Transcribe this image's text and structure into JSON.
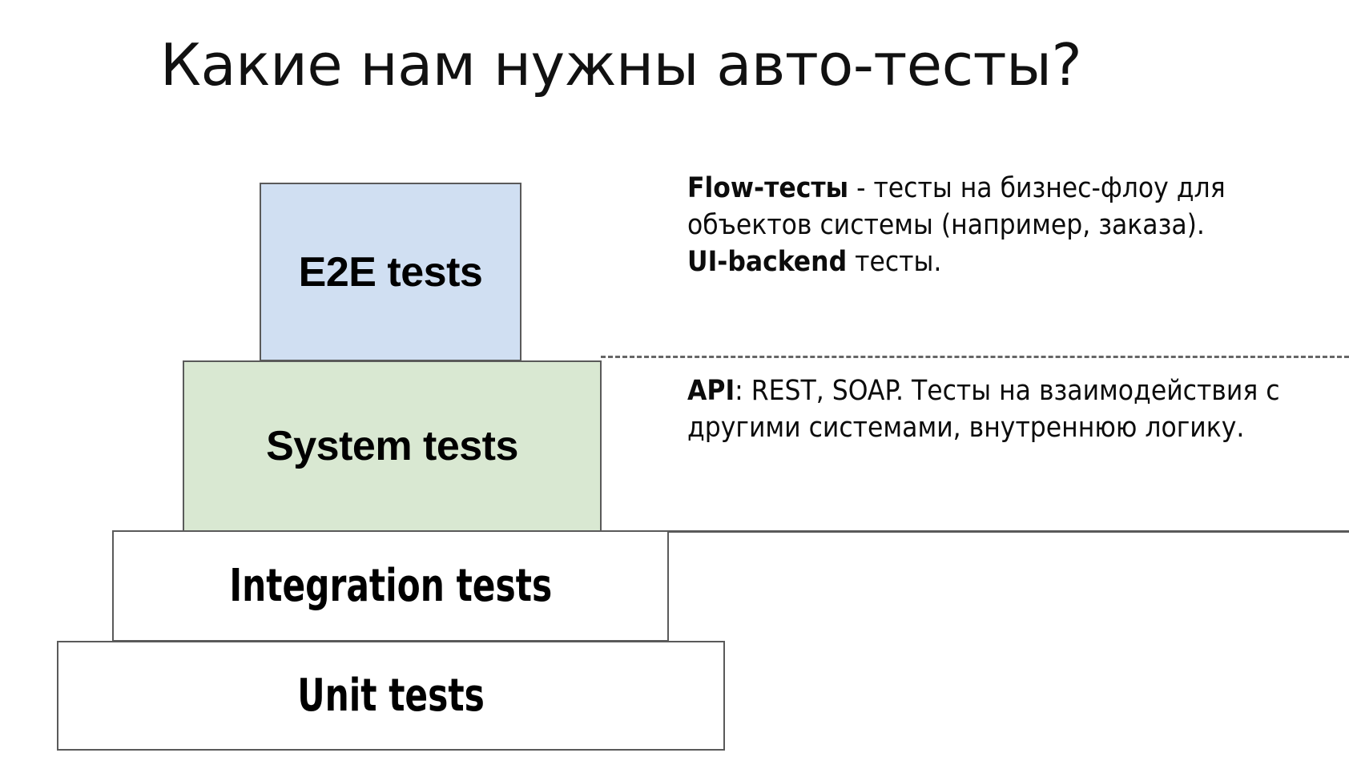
{
  "slide": {
    "title": "Какие нам нужны авто-тесты?",
    "background": "#ffffff"
  },
  "pyramid": {
    "type": "test-automation-pyramid",
    "layers": [
      {
        "id": "e2e",
        "label": "E2E tests",
        "fill": "#d0dff2",
        "border": "#5a5a5a",
        "level": 4,
        "width_rank": "narrowest"
      },
      {
        "id": "system",
        "label": "System tests",
        "fill": "#d9e8d2",
        "border": "#5a5a5a",
        "level": 3,
        "width_rank": "narrow"
      },
      {
        "id": "integration",
        "label": "Integration tests",
        "fill": "#ffffff",
        "border": "#5a5a5a",
        "level": 2,
        "width_rank": "wide"
      },
      {
        "id": "unit",
        "label": "Unit tests",
        "fill": "#ffffff",
        "border": "#5a5a5a",
        "level": 1,
        "width_rank": "widest"
      }
    ]
  },
  "notes": {
    "top": {
      "line1_bold": "Flow-тесты",
      "line1_rest": " - тесты на бизнес-флоу для",
      "line2": "объектов системы (например, заказа).",
      "line3_bold": "UI-backend",
      "line3_rest": " тесты."
    },
    "bottom": {
      "line1_bold": "API",
      "line1_rest": ": REST, SOAP. Тесты на взаимодействия с",
      "line2": "другими системами, внутреннюю логику."
    }
  },
  "dividers": {
    "dashed_color": "#666666",
    "solid_color": "#5a5a5a"
  }
}
